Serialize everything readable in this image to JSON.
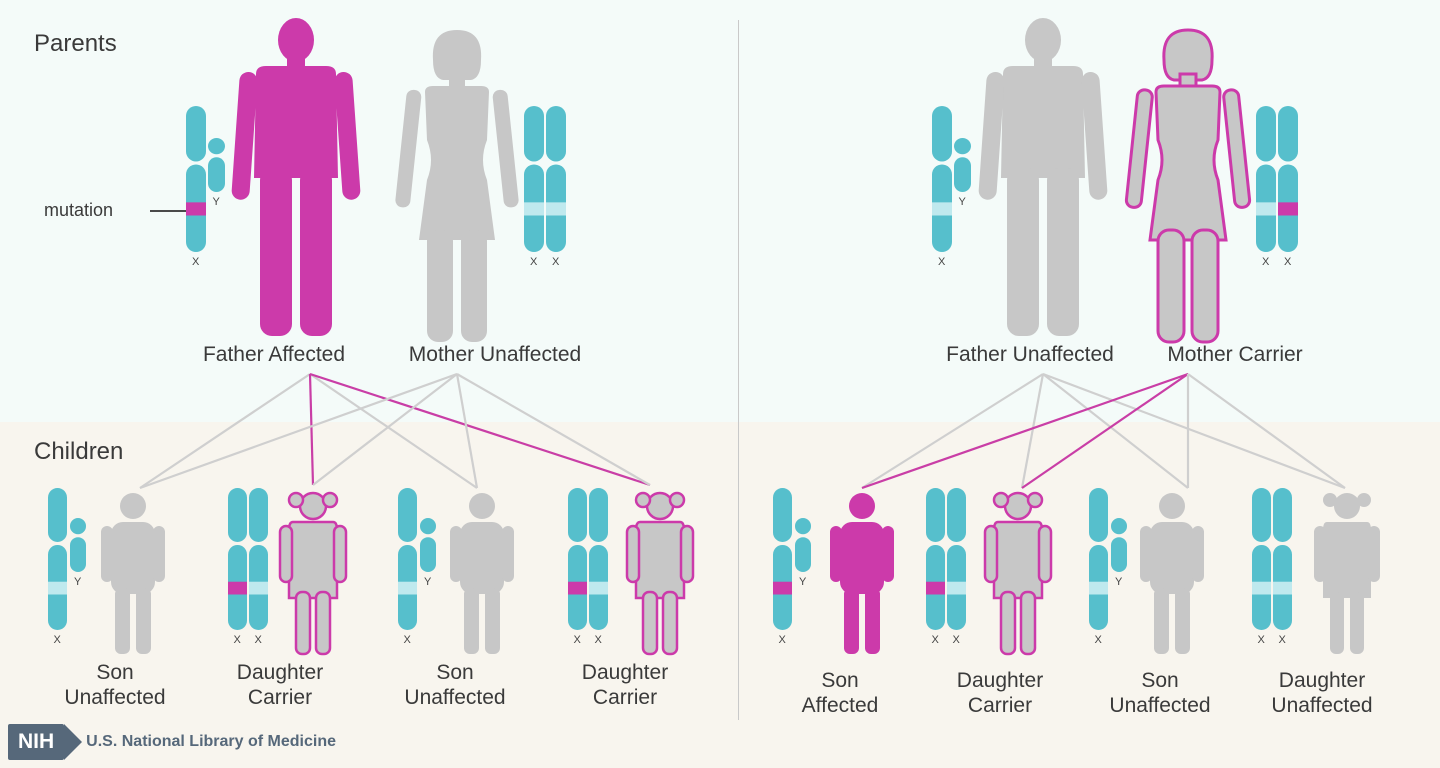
{
  "sections": {
    "parents": "Parents",
    "children": "Children"
  },
  "mutation_label": "mutation",
  "panels": [
    {
      "father": "Father Affected",
      "mother": "Mother Unaffected",
      "children": [
        {
          "line1": "Son",
          "line2": "Unaffected"
        },
        {
          "line1": "Daughter",
          "line2": "Carrier"
        },
        {
          "line1": "Son",
          "line2": "Unaffected"
        },
        {
          "line1": "Daughter",
          "line2": "Carrier"
        }
      ]
    },
    {
      "father": "Father Unaffected",
      "mother": "Mother Carrier",
      "children": [
        {
          "line1": "Son",
          "line2": "Affected"
        },
        {
          "line1": "Daughter",
          "line2": "Carrier"
        },
        {
          "line1": "Son",
          "line2": "Unaffected"
        },
        {
          "line1": "Daughter",
          "line2": "Unaffected"
        }
      ]
    }
  ],
  "chromosome_marks": {
    "x": "X",
    "y": "Y"
  },
  "footer": {
    "badge": "NIH",
    "text": "U.S. National Library of Medicine"
  },
  "colors": {
    "affected": "#cc3aaa",
    "unaffected": "#c7c7c7",
    "chromosome": "#56bfcc",
    "band": "#bfe9ee",
    "line_gray": "#cfcfcf",
    "line_magenta": "#c93ea6"
  }
}
